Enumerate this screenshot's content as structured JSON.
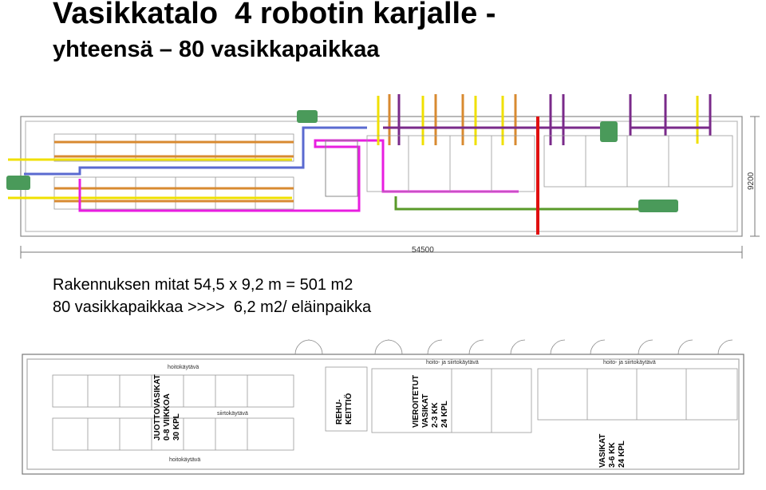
{
  "header": {
    "title": "Vasikkatalo  4 robotin karjalle -",
    "subtitle": "yhteensä – 80 vasikkapaikkaa"
  },
  "info": {
    "line1": "Rakennuksen mitat 54,5 x 9,2 m = 501 m2",
    "line2": "80 vasikkapaikkaa >>>>  6,2 m2/ eläinpaikka"
  },
  "top_plan": {
    "dim_length": "54500",
    "dim_width": "9200"
  },
  "bottom_plan": {
    "corridor_left_top": "hoitokäytävä",
    "corridor_left_mid": "siirtokäytävä",
    "corridor_left_bottom": "hoitokäytävä",
    "juotto_1": "JUOTTOVASIKAT",
    "juotto_2": "0-8 VIIKKOA",
    "juotto_3": "30 KPL",
    "rehu_1": "REHU-",
    "rehu_2": "KEITTIÖ",
    "vieroitetut_1": "VIEROITETUT",
    "vieroitetut_2": "VASIKAT",
    "vieroitetut_3": "2-3 KK",
    "vieroitetut_4": "24 KPL",
    "corridor_mid_top": "hoito- ja siirtokäytävä",
    "corridor_right_top": "hoito- ja siirtokäytävä",
    "vasikat_1": "VASIKAT",
    "vasikat_2": "3-6 KK",
    "vasikat_3": "24 KPL"
  },
  "colors": {
    "magenta": "#e81ee0",
    "yellow": "#f0e000",
    "blue": "#5a6ad0",
    "purple": "#7a2a8a",
    "green": "#5a9a2a",
    "orange": "#d88a30",
    "red": "#e01010",
    "tractor": "#4a9a5a"
  }
}
